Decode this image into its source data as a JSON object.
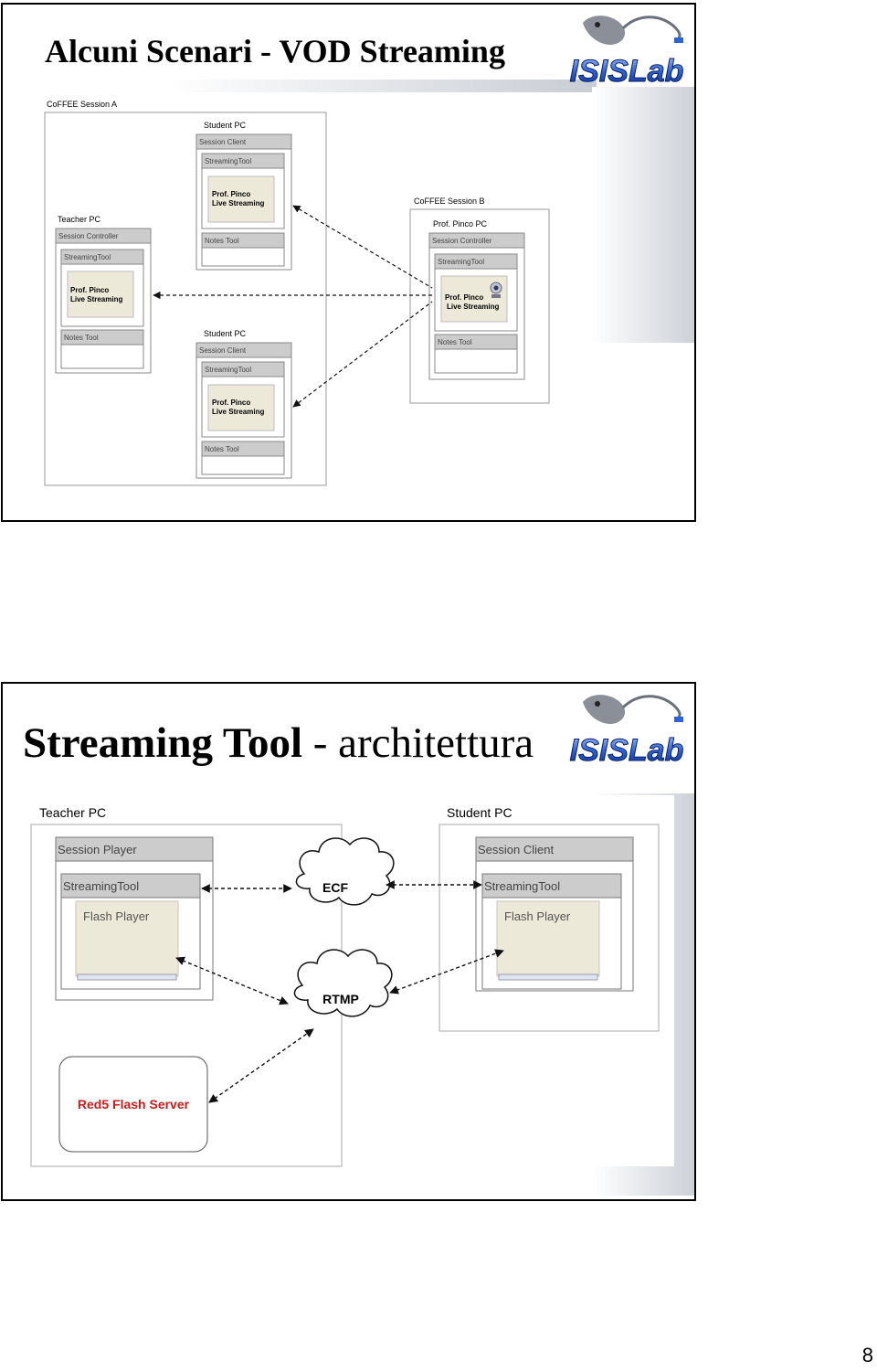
{
  "slide1": {
    "title": "Alcuni Scenari - VOD Streaming",
    "logo_text": "ISISLab",
    "diagram": {
      "session_a_label": "CoFFEE Session A",
      "session_b_label": "CoFFEE Session B",
      "teacher_pc": {
        "title": "Teacher PC",
        "controller": "Session Controller",
        "streaming_tool": "StreamingTool",
        "video_line1": "Prof. Pinco",
        "video_line2": "Live Streaming",
        "notes_tool": "Notes Tool"
      },
      "student_pc_top": {
        "title": "Student PC",
        "client": "Session Client",
        "streaming_tool": "StreamingTool",
        "video_line1": "Prof. Pinco",
        "video_line2": "Live Streaming",
        "notes_tool": "Notes Tool"
      },
      "student_pc_bottom": {
        "title": "Student PC",
        "client": "Session Client",
        "streaming_tool": "StreamingTool",
        "video_line1": "Prof. Pinco",
        "video_line2": "Live Streaming",
        "notes_tool": "Notes Tool"
      },
      "prof_pc": {
        "title": "Prof. Pinco PC",
        "controller": "Session Controller",
        "streaming_tool": "StreamingTool",
        "video_line1": "Prof. Pinco",
        "video_line2": "Live Streaming",
        "notes_tool": "Notes Tool"
      }
    }
  },
  "slide2": {
    "title_bold": "Streaming Tool",
    "title_rest": " - architettura",
    "logo_text": "ISISLab",
    "diagram": {
      "teacher_pc": {
        "title": "Teacher PC",
        "player": "Session Player",
        "streaming_tool": "StreamingTool",
        "flash_player": "Flash Player"
      },
      "student_pc": {
        "title": "Student PC",
        "client": "Session Client",
        "streaming_tool": "StreamingTool",
        "flash_player": "Flash Player"
      },
      "ecf_label": "ECF",
      "rtmp_label": "RTMP",
      "server_label": "Red5 Flash Server"
    }
  },
  "page_number": "8"
}
